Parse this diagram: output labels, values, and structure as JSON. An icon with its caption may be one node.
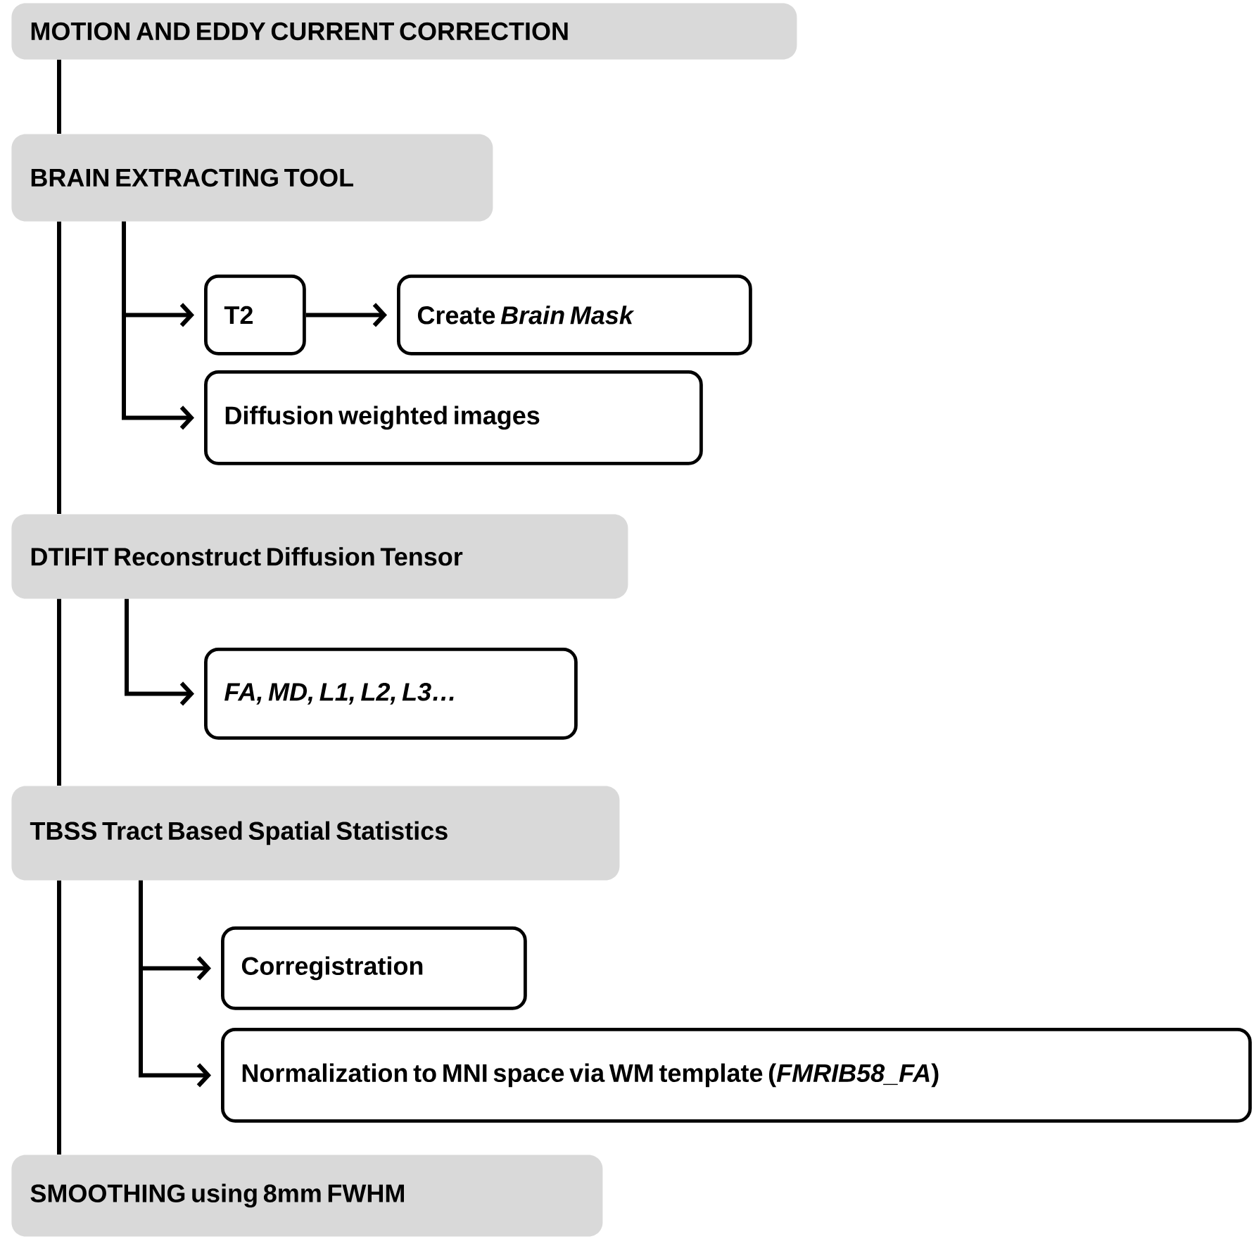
{
  "diagram": {
    "nodes": [
      {
        "text": [
          "MOTION AND EDDY CURRENT CORRECTION"
        ]
      },
      {
        "text": [
          "BRAIN EXTRACTING TOOL"
        ]
      },
      {
        "text": [
          "T2"
        ]
      },
      {
        "text": [
          "Create *Brain Mask*"
        ]
      },
      {
        "text": [
          "Diffusion weighted images"
        ]
      },
      {
        "text": [
          "DTIFIT Reconstruct Diffusion Tensor"
        ]
      },
      {
        "text": [
          "FA, MD, L1, L2, L3…"
        ]
      },
      {
        "text": [
          "TBSS Tract Based Spatial Statistics"
        ]
      },
      {
        "text": [
          "Corregistration"
        ]
      },
      {
        "text": [
          "Normalization to MNI space via WM template (*FMRIB58_FA*)"
        ]
      },
      {
        "text": [
          "SMOOTHING using 8mm FWHM"
        ]
      }
    ],
    "edges": [
      {
        "from": 0,
        "to": 1,
        "arrow": "none"
      },
      {
        "from": 1,
        "to": 5,
        "arrow": "none"
      },
      {
        "from": 5,
        "to": 7,
        "arrow": "none"
      },
      {
        "from": 7,
        "to": 10,
        "arrow": "none"
      },
      {
        "from": 1,
        "to": 2,
        "arrow": "to"
      },
      {
        "from": 2,
        "to": 3,
        "arrow": "to"
      },
      {
        "from": 1,
        "to": 4,
        "arrow": "to"
      },
      {
        "from": 5,
        "to": 6,
        "arrow": "to"
      },
      {
        "from": 7,
        "to": 8,
        "arrow": "to"
      },
      {
        "from": 7,
        "to": 9,
        "arrow": "to"
      }
    ]
  }
}
